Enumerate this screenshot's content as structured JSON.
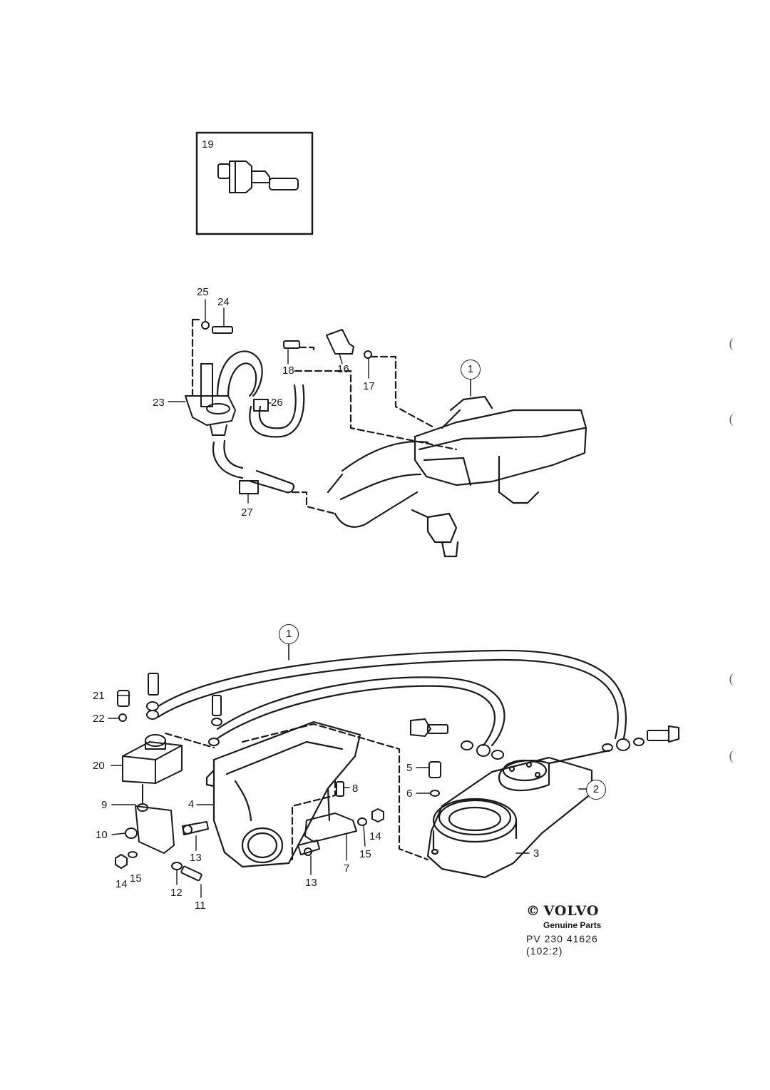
{
  "inset": {
    "item": "19"
  },
  "upper_labels": {
    "l25": "25",
    "l24": "24",
    "l23": "23",
    "l26": "26",
    "l27": "27",
    "l18": "18",
    "l16": "16",
    "l17": "17",
    "c1": "1"
  },
  "lower_labels": {
    "c1": "1",
    "c2": "2",
    "l21": "21",
    "l22": "22",
    "l20": "20",
    "l9": "9",
    "l10": "10",
    "l14a": "14",
    "l15a": "15",
    "l12": "12",
    "l11": "11",
    "l13a": "13",
    "l4": "4",
    "l8": "8",
    "l13b": "13",
    "l7": "7",
    "l15b": "15",
    "l14b": "14",
    "l5": "5",
    "l6": "6",
    "l3": "3"
  },
  "margin_marks": [
    "(",
    "(",
    "(",
    "("
  ],
  "footer": {
    "copyright": "©",
    "brand": "VOLVO",
    "tagline": "Genuine Parts",
    "part_code": "PV  230  41626",
    "page_ref": "(102:2)"
  }
}
